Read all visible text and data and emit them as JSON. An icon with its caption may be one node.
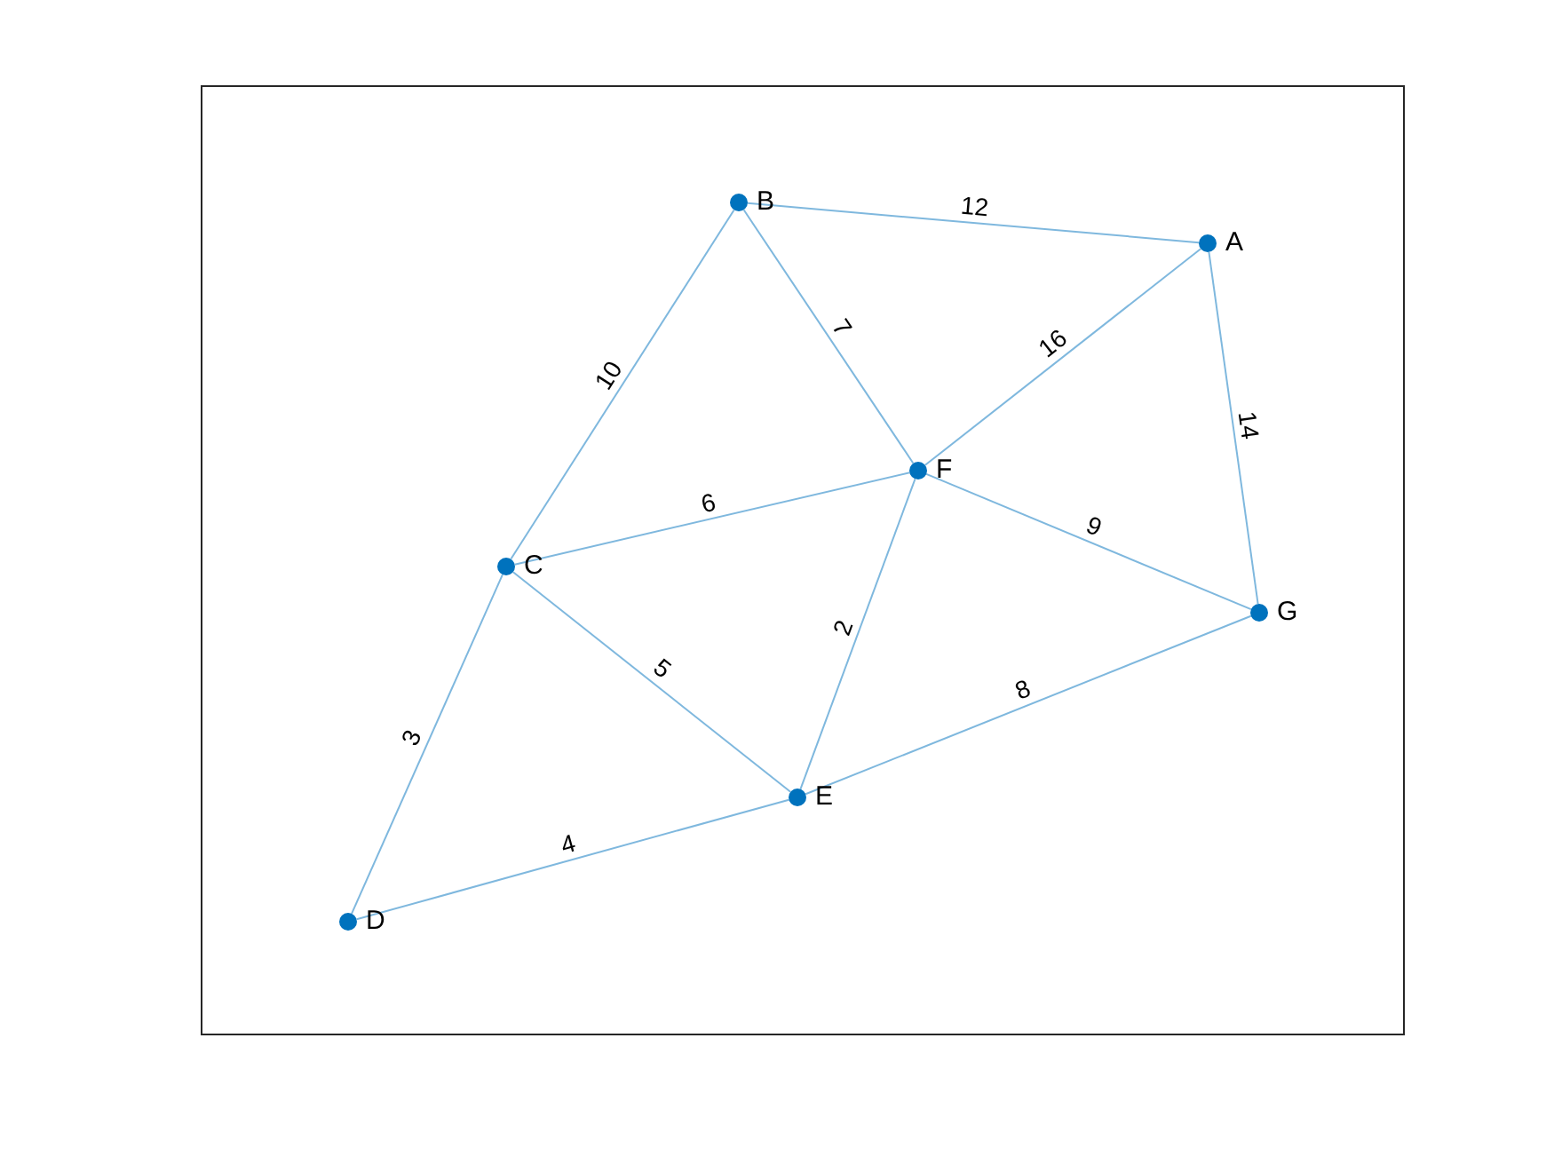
{
  "diagram": {
    "nodes": [
      {
        "text": [],
        "shape": "circle",
        "beside": [
          "A"
        ]
      },
      {
        "text": [],
        "shape": "circle",
        "beside": [
          "B"
        ]
      },
      {
        "text": [],
        "shape": "circle",
        "beside": [
          "C"
        ]
      },
      {
        "text": [],
        "shape": "circle",
        "beside": [
          "D"
        ]
      },
      {
        "text": [],
        "shape": "circle",
        "beside": [
          "E"
        ]
      },
      {
        "text": [],
        "shape": "circle",
        "beside": [
          "F"
        ]
      },
      {
        "text": [],
        "shape": "circle",
        "beside": [
          "G"
        ]
      }
    ],
    "edges": [
      {
        "from": 1,
        "to": 0,
        "arrow": "none",
        "label": "12"
      },
      {
        "from": 1,
        "to": 2,
        "arrow": "none",
        "label": "10"
      },
      {
        "from": 1,
        "to": 5,
        "arrow": "none",
        "label": "7"
      },
      {
        "from": 0,
        "to": 5,
        "arrow": "none",
        "label": "16"
      },
      {
        "from": 0,
        "to": 6,
        "arrow": "none",
        "label": "14"
      },
      {
        "from": 2,
        "to": 5,
        "arrow": "none",
        "label": "6"
      },
      {
        "from": 5,
        "to": 6,
        "arrow": "none",
        "label": "9"
      },
      {
        "from": 2,
        "to": 4,
        "arrow": "none",
        "label": "5"
      },
      {
        "from": 5,
        "to": 4,
        "arrow": "none",
        "label": "2"
      },
      {
        "from": 2,
        "to": 3,
        "arrow": "none",
        "label": "3"
      },
      {
        "from": 4,
        "to": 6,
        "arrow": "none",
        "label": "8"
      },
      {
        "from": 3,
        "to": 4,
        "arrow": "none",
        "label": "4"
      }
    ]
  }
}
